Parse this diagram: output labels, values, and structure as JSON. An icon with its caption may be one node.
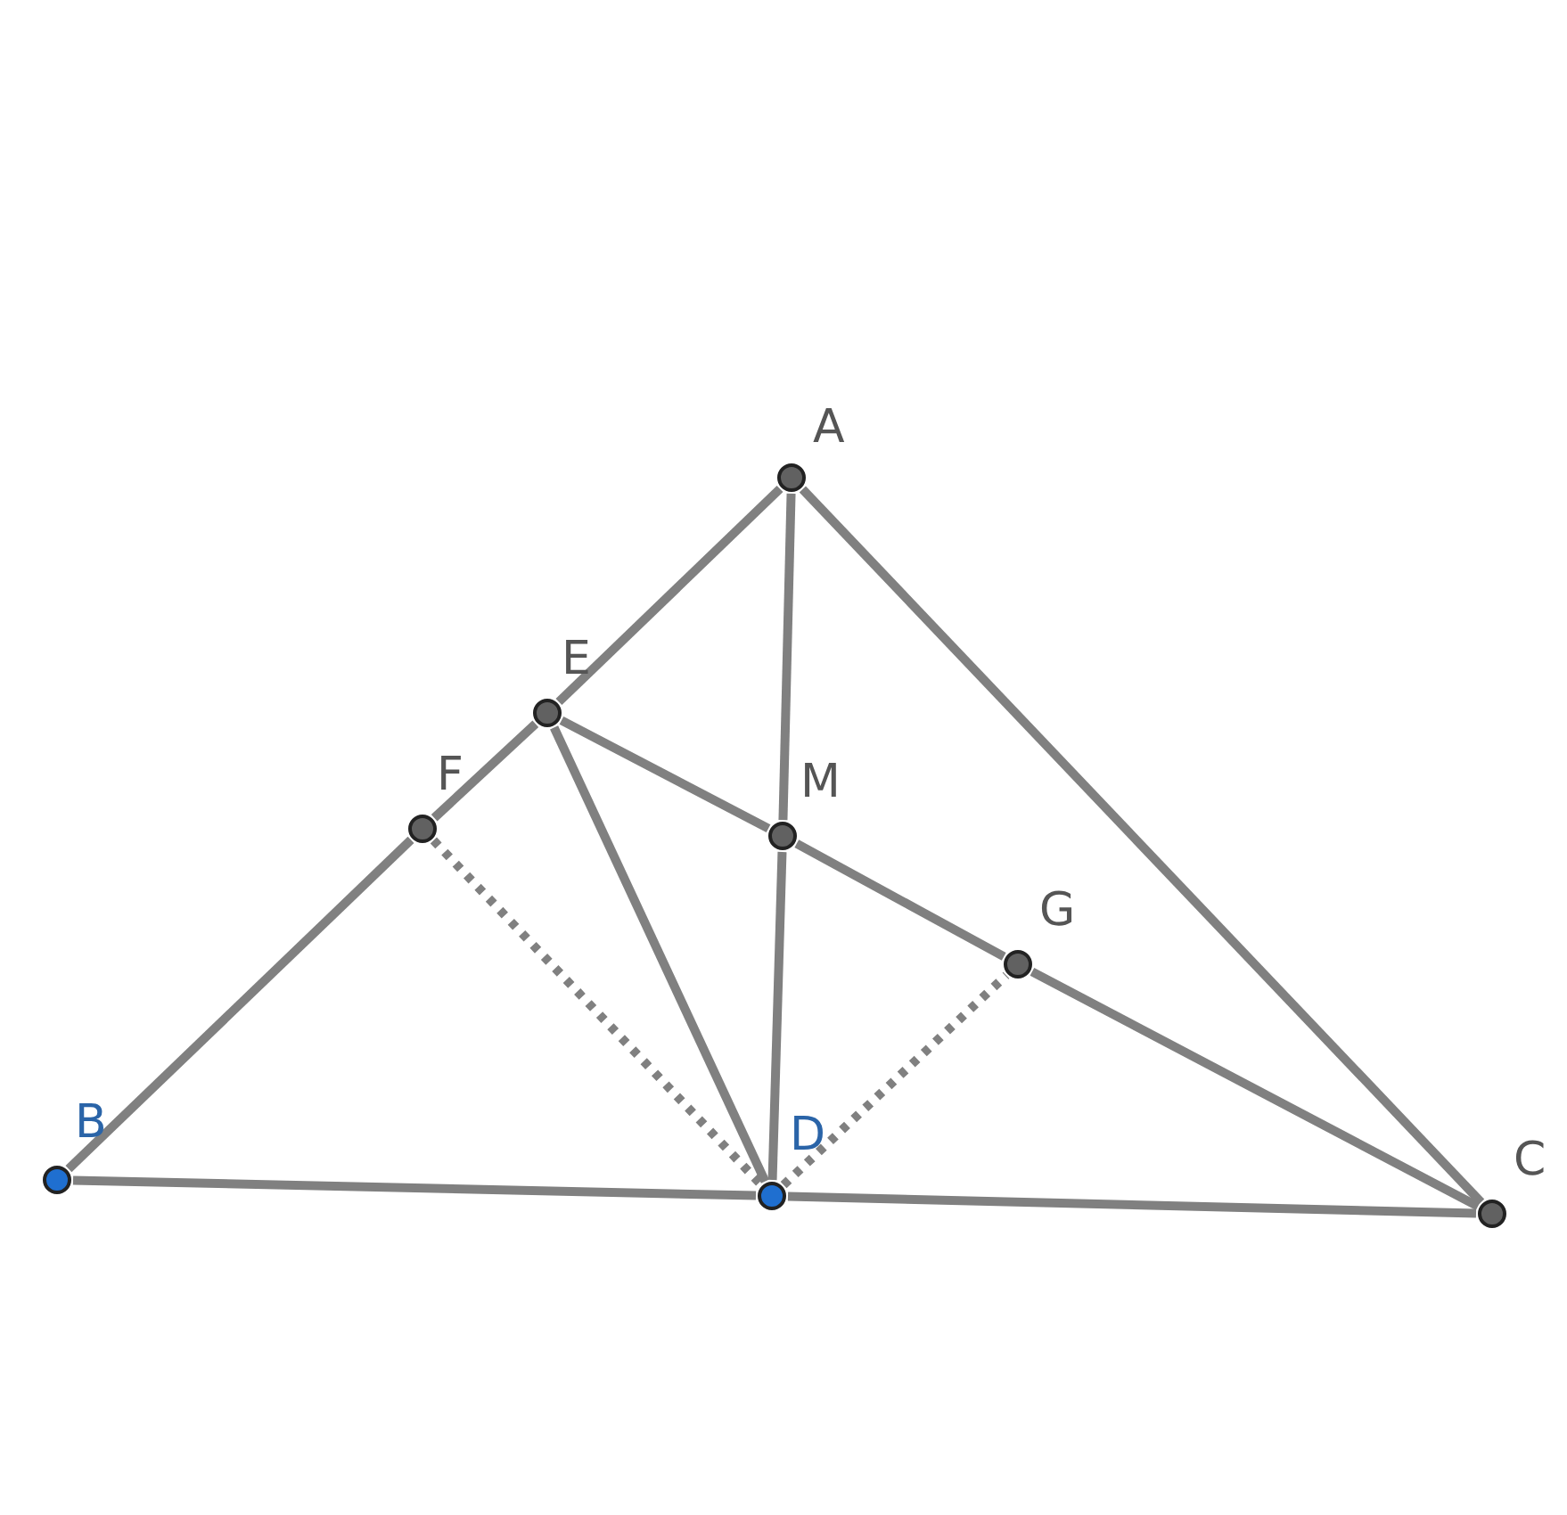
{
  "diagram": {
    "nodes": [
      {
        "text": [
          "A"
        ]
      },
      {
        "text": [
          "E"
        ]
      },
      {
        "text": [
          "F"
        ]
      },
      {
        "text": [
          "M"
        ]
      },
      {
        "text": [
          "G"
        ]
      },
      {
        "text": [
          "B"
        ]
      },
      {
        "text": [
          "D"
        ]
      },
      {
        "text": [
          "C"
        ]
      }
    ],
    "edges": [
      {
        "from": 0,
        "to": 1,
        "arrow": "none"
      },
      {
        "from": 1,
        "to": 2,
        "arrow": "none"
      },
      {
        "from": 2,
        "to": 5,
        "arrow": "none"
      },
      {
        "from": 0,
        "to": 7,
        "arrow": "none"
      },
      {
        "from": 0,
        "to": 3,
        "arrow": "none"
      },
      {
        "from": 3,
        "to": 6,
        "arrow": "none"
      },
      {
        "from": 1,
        "to": 3,
        "arrow": "none"
      },
      {
        "from": 3,
        "to": 4,
        "arrow": "none"
      },
      {
        "from": 4,
        "to": 7,
        "arrow": "none"
      },
      {
        "from": 1,
        "to": 6,
        "arrow": "none"
      },
      {
        "from": 5,
        "to": 6,
        "arrow": "none"
      },
      {
        "from": 6,
        "to": 7,
        "arrow": "none"
      },
      {
        "from": 2,
        "to": 6,
        "arrow": "none",
        "style": "dashed"
      },
      {
        "from": 6,
        "to": 4,
        "arrow": "none",
        "style": "dashed"
      }
    ]
  }
}
